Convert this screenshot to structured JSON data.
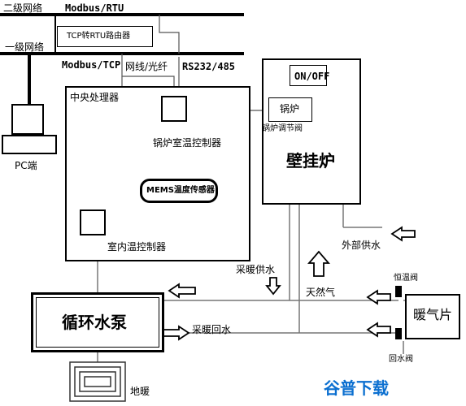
{
  "network": {
    "level2": "二级网络",
    "level1": "一级网络",
    "modbus_rtu": "Modbus/RTU",
    "modbus_tcp": "Modbus/TCP",
    "router": "TCP转RTU路由器",
    "cable": "网线/光纤",
    "serial": "RS232/485"
  },
  "pc": {
    "label": "PC端"
  },
  "cpu": {
    "label": "中央处理器"
  },
  "controllers": {
    "boiler_room": "锅炉室温控制器",
    "indoor": "室内温控制器",
    "mems": "MEMS温度传感器"
  },
  "boiler": {
    "onoff": "ON/OFF",
    "guolu": "锅炉",
    "valve": "锅炉调节阀",
    "name": "壁挂炉"
  },
  "flows": {
    "supply": "采暖供水",
    "external": "外部供水",
    "gas": "天然气",
    "return": "采暖回水"
  },
  "pump": {
    "label": "循环水泵"
  },
  "floor_heat": {
    "label": "地暖"
  },
  "radiator": {
    "label": "暖气片",
    "const_valve": "恒温阀",
    "return_valve": "回水阀"
  },
  "watermark": "谷普下载"
}
